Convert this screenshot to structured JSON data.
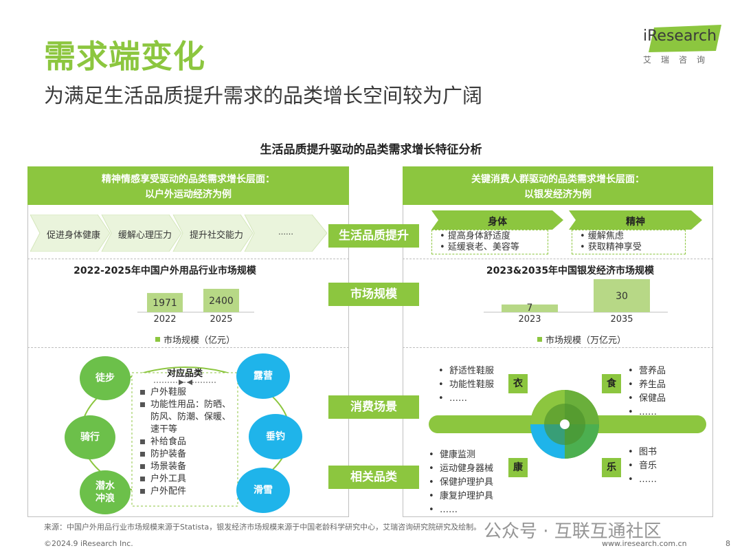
{
  "header": {
    "title": "需求端变化",
    "subtitle": "为满足生活品质提升需求的品类增长空间较为广阔",
    "logo_en": "iResearch",
    "logo_cn": "艾瑞咨询"
  },
  "center_heading": "生活品质提升驱动的品类需求增长特征分析",
  "mid_labels": [
    "生活品质提升",
    "市场规模",
    "消费场景",
    "相关品类"
  ],
  "left_panel": {
    "head_line1": "精神情感享受驱动的品类需求增长层面：",
    "head_line2": "以户外运动经济为例",
    "chevrons": [
      "促进身体健康",
      "缓解心理压力",
      "提升社交能力",
      "……"
    ],
    "center_label": "对应品类",
    "activities_left": [
      "徒步",
      "骑行",
      "潜水\n冲浪"
    ],
    "activities_right": [
      "露营",
      "垂钓",
      "滑雪"
    ],
    "categories": [
      "户外鞋服",
      "功能性用品：防晒、",
      "防风、防潮、保暖、",
      "速干等",
      "补给食品",
      "防护装备",
      "场景装备",
      "户外工具",
      "户外配件"
    ]
  },
  "right_panel": {
    "head_line1": "关键消费人群驱动的品类需求增长层面：",
    "head_line2": "以银发经济为例",
    "chev_body": "身体",
    "chev_spirit": "精神",
    "body_items": [
      "提高身体舒适度",
      "延缓衰老、美容等"
    ],
    "spirit_items": [
      "缓解焦虑",
      "获取精神享受"
    ],
    "icons": {
      "yi": "衣",
      "shi": "食",
      "kang": "康",
      "le": "乐"
    },
    "list_yi": [
      "舒适性鞋服",
      "功能性鞋服",
      "……"
    ],
    "list_shi": [
      "营养品",
      "养生品",
      "保健品",
      "……"
    ],
    "list_kang": [
      "健康监测",
      "运动健身器械",
      "保健护理护具",
      "康复护理护具",
      "……"
    ],
    "list_le": [
      "图书",
      "音乐",
      "……"
    ]
  },
  "chart_data": [
    {
      "type": "bar",
      "title": "2022-2025年中国户外用品行业市场规模",
      "categories": [
        "2022",
        "2025"
      ],
      "series": [
        {
          "name": "市场规模（亿元）",
          "values": [
            1971,
            2400
          ]
        }
      ],
      "ylim": [
        0,
        2400
      ],
      "grid": false,
      "legend": "bottom"
    },
    {
      "type": "bar",
      "title": "2023&2035年中国银发经济市场规模",
      "categories": [
        "2023",
        "2035"
      ],
      "series": [
        {
          "name": "市场规模（万亿元）",
          "values": [
            7,
            30
          ]
        }
      ],
      "ylim": [
        0,
        30
      ],
      "grid": false,
      "legend": "bottom"
    }
  ],
  "footer": {
    "source": "来源：中国户外用品行业市场规模来源于Statista，银发经济市场规模来源于中国老龄科学研究中心，艾瑞咨询研究院研究及绘制。",
    "copyright": "©2024.9 iResearch Inc.",
    "url": "www.iresearch.com.cn",
    "page": "8",
    "watermark": "公众号 · 互联互通社区"
  },
  "colors": {
    "accent": "#8cc63f",
    "dark_green": "#5a9e2f",
    "blue": "#1fb4ea",
    "light_green_bar": "#b7d886"
  }
}
